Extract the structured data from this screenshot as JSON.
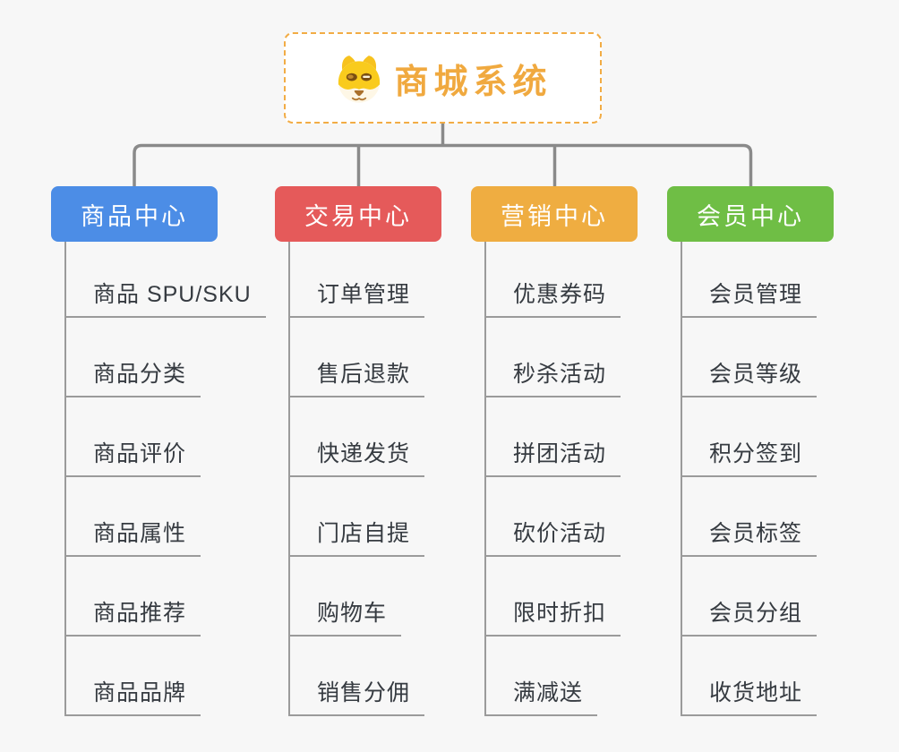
{
  "theme": {
    "background": "#f7f7f7",
    "connector_color": "#8a8a8a",
    "item_line_color": "#9b9b9b",
    "item_text_color": "#363b41"
  },
  "root": {
    "title": "商城系统",
    "title_color": "#F0A93F",
    "border_color": "#F2AC45",
    "icon": "doge-icon"
  },
  "branches": [
    {
      "label": "商品中心",
      "color": "#4C8DE6",
      "items": [
        "商品 SPU/SKU",
        "商品分类",
        "商品评价",
        "商品属性",
        "商品推荐",
        "商品品牌"
      ]
    },
    {
      "label": "交易中心",
      "color": "#E55A5A",
      "items": [
        "订单管理",
        "售后退款",
        "快递发货",
        "门店自提",
        "购物车",
        "销售分佣"
      ]
    },
    {
      "label": "营销中心",
      "color": "#EFAD41",
      "items": [
        "优惠券码",
        "秒杀活动",
        "拼团活动",
        "砍价活动",
        "限时折扣",
        "满减送"
      ]
    },
    {
      "label": "会员中心",
      "color": "#6FBE45",
      "items": [
        "会员管理",
        "会员等级",
        "积分签到",
        "会员标签",
        "会员分组",
        "收货地址"
      ]
    }
  ]
}
